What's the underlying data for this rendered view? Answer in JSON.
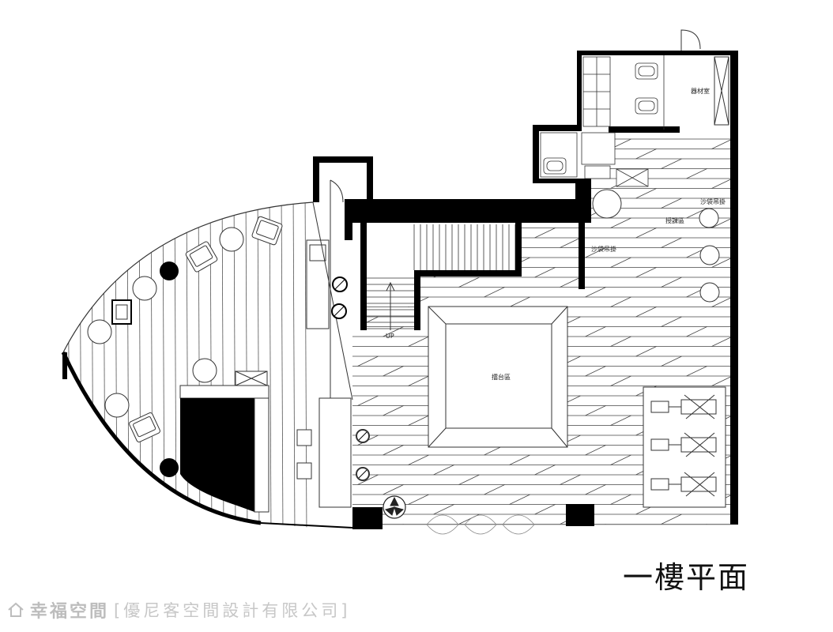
{
  "plan": {
    "caption": "一樓平面",
    "labels": {
      "equipment_room": "器材室",
      "sandbag_1": "沙袋吊掛",
      "teaching_area": "授課區",
      "sandbag_2": "沙袋吊掛",
      "ring_area": "擂台區",
      "stair_up": "UP"
    }
  },
  "watermark": {
    "brand": "幸福空間",
    "designer": "[優尼客空間設計有限公司]",
    "logo_icon": "house-icon"
  }
}
